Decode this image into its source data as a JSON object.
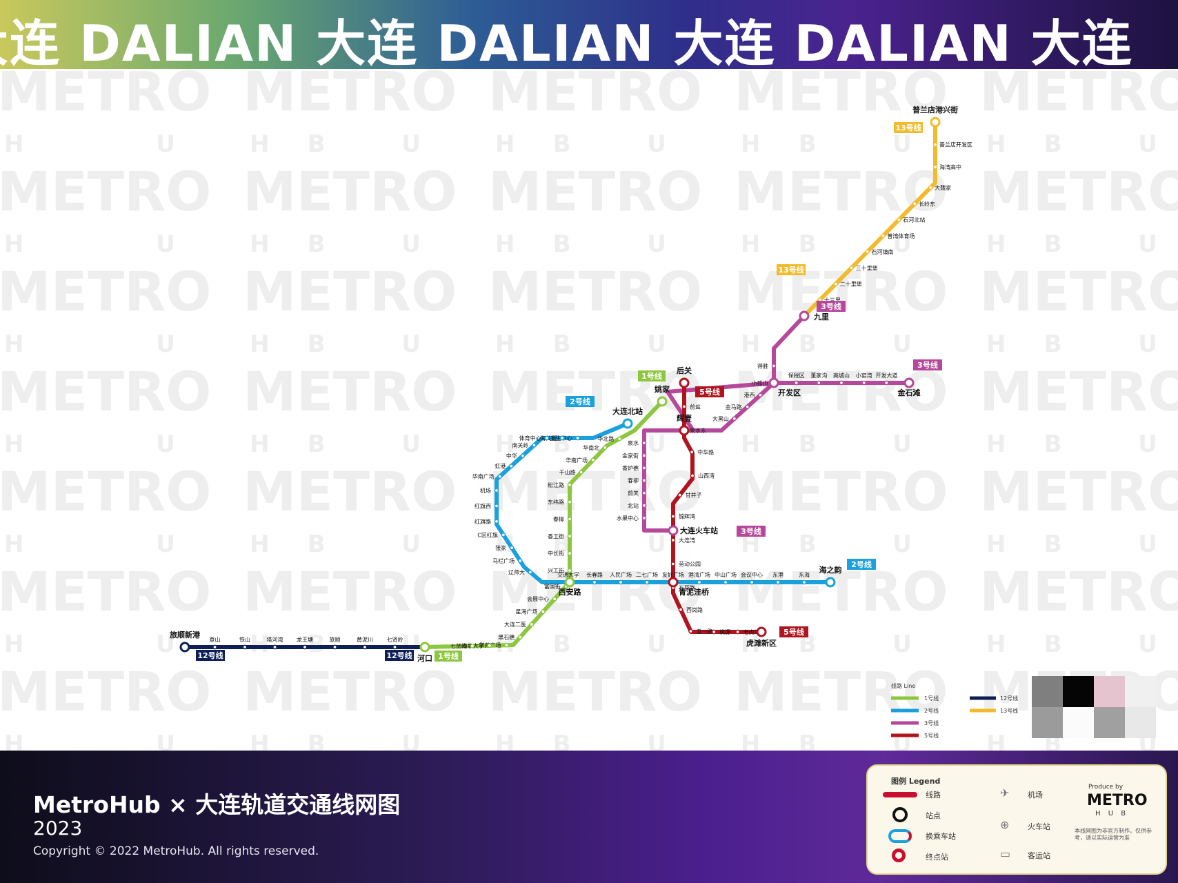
{
  "banner": {
    "text": "大连 DALIAN 大连 DALIAN 大连 DALIAN 大连"
  },
  "watermark": {
    "word": "METRO",
    "sub": "H U B"
  },
  "map": {
    "colors": {
      "line1": "#8dc63f",
      "line2": "#1aa0dc",
      "line3": "#b5489a",
      "line5": "#b0141e",
      "line12": "#0d1f55",
      "line13": "#f2bb2c",
      "label_text": "#111111"
    },
    "line_badges": {
      "line1_top": "1号线",
      "line1_bottom": "1号线",
      "line2_top": "2号线",
      "line2_right": "2号线",
      "line3_center": "3号线",
      "line3_right": "3号线",
      "line3_north": "3号线",
      "line5_top": "5号线",
      "line5_bottom": "5号线",
      "line12_left": "12号线",
      "line12_right": "12号线",
      "line13_top": "13号线",
      "line13_mid": "13号线"
    },
    "stations_major": {
      "pulandian": "普兰店港兴街",
      "jiuli": "九里",
      "kaifaqu": "开发区",
      "jinshitan": "金石滩",
      "hougan": "后关",
      "yaojia": "姚家",
      "dalianbei": "大连北站",
      "huiyi": "辉壹",
      "daliandongzhan": "大连火车站",
      "xianlu": "西安路",
      "qingniwaqiao": "青泥洼桥",
      "haizhiyun": "海之韵",
      "hekou": "河口",
      "lushunxingang": "旅顺新港",
      "hushanqu": "虎滩新区"
    },
    "stations_line13": [
      "普兰店开发区",
      "海湾高中",
      "大魏家",
      "长岭东",
      "石河北站",
      "普湾体育场",
      "石河镇南",
      "三十里堡",
      "二十里堡",
      "十三里"
    ],
    "stations_line3_north": [
      "得胜",
      "小孤山",
      "港西",
      "金马路",
      "大黑山",
      "保税区",
      "董家沟",
      "高城山",
      "小窑湾",
      "开发大道"
    ],
    "stations_line2": [
      "卫生中心",
      "海关街",
      "体育中心",
      "南关岭",
      "中华",
      "虹港",
      "华南广场",
      "机场",
      "红旗西",
      "红旗路",
      "C区红旗",
      "张家",
      "马栏广场",
      "辽师大",
      "交通大学",
      "长春路",
      "人民广场",
      "二七广场",
      "友好广场",
      "港湾广场",
      "中山广场",
      "会议中心",
      "东港",
      "东海"
    ],
    "stations_line1": [
      "华北路",
      "华南北",
      "华南广场",
      "千山路",
      "松江路",
      "东纬路",
      "春柳",
      "香工街",
      "中长街",
      "兴工街",
      "富国街",
      "会展中心",
      "星海广场",
      "大连二医",
      "黑石礁",
      "学苑广场",
      "海事大学",
      "七贤岭"
    ],
    "stations_line3_south": [
      "泉水",
      "金家街",
      "香炉礁",
      "春柳",
      "前关",
      "北站",
      "水果中心"
    ],
    "stations_line5": [
      "前盐",
      "泉水东",
      "中华路",
      "山西湾",
      "甘井子",
      "锦辉湾",
      "大连湾",
      "劳动公园",
      "石葵路",
      "西岗路",
      "五一路",
      "桃源",
      "老虎滩"
    ],
    "stations_line12": [
      "登山",
      "铁山",
      "塔河湾",
      "龙王塘",
      "旅顺",
      "黄泥川",
      "七贤岭"
    ],
    "legend": {
      "title": "线路 Line",
      "items_left": [
        "1号线",
        "2号线",
        "3号线",
        "5号线"
      ],
      "items_right": [
        "12号线",
        "13号线"
      ]
    }
  },
  "footer": {
    "title": "MetroHub × 大连轨道交通线网图",
    "year": "2023",
    "copyright": "Copyright © 2022 MetroHub. All rights reserved.",
    "legend_card": {
      "heading": "图例 Legend",
      "line_label": "线路",
      "station_label": "站点",
      "transfer_label": "换乘车站",
      "terminal_label": "终点站",
      "airport_label": "机场",
      "railway_label": "火车站",
      "bus_label": "客运站",
      "brand_small": "Produce by",
      "brand_big": "METRO",
      "brand_sub": "H U B",
      "disclaimer": "本线网图为非官方制作，仅供参考，请以实际运营为准"
    }
  }
}
